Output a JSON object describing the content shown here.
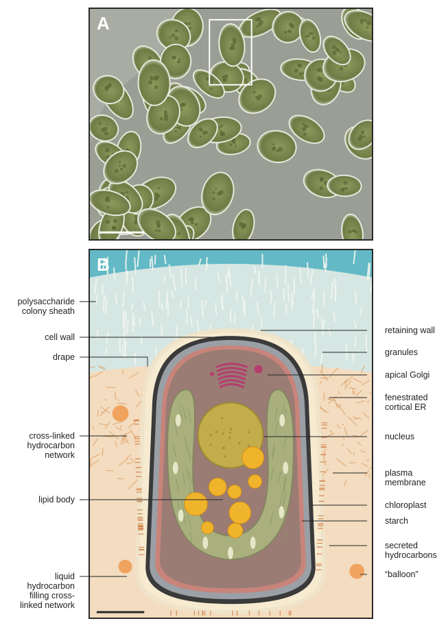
{
  "panel_a": {
    "letter": "A"
  },
  "panel_b": {
    "letter": "B"
  },
  "labels_left": [
    {
      "id": "polysaccharide-colony-sheath",
      "lines": [
        "polysaccharide",
        "colony sheath"
      ]
    },
    {
      "id": "cell-wall",
      "lines": [
        "cell wall"
      ]
    },
    {
      "id": "drape",
      "lines": [
        "drape"
      ]
    },
    {
      "id": "cross-linked-hydrocarbon-network",
      "lines": [
        "cross-linked",
        "hydrocarbon",
        "network"
      ]
    },
    {
      "id": "lipid-body",
      "lines": [
        "lipid body"
      ]
    },
    {
      "id": "liquid-hydrocarbon",
      "lines": [
        "liquid",
        "hydrocarbon",
        "filling cross-",
        "linked network"
      ]
    }
  ],
  "labels_right": [
    {
      "id": "retaining-wall",
      "lines": [
        "retaining wall"
      ]
    },
    {
      "id": "granules",
      "lines": [
        "granules"
      ]
    },
    {
      "id": "apical-golgi",
      "lines": [
        "apical Golgi"
      ]
    },
    {
      "id": "fenestrated-cortical-er",
      "lines": [
        "fenestrated",
        "cortical ER"
      ]
    },
    {
      "id": "nucleus",
      "lines": [
        "nucleus"
      ]
    },
    {
      "id": "plasma-membrane",
      "lines": [
        "plasma",
        "membrane"
      ]
    },
    {
      "id": "chloroplast",
      "lines": [
        "chloroplast"
      ]
    },
    {
      "id": "starch",
      "lines": [
        "starch"
      ]
    },
    {
      "id": "secreted-hydrocarbons",
      "lines": [
        "secreted",
        "hydrocarbons"
      ]
    },
    {
      "id": "balloon",
      "lines": [
        "“balloon”"
      ]
    }
  ],
  "colors": {
    "sheath_blue": "#63b9c6",
    "sheath_fibers": "#e8efe6",
    "hydrocarbon": "#f3dcbf",
    "network": "#e3a66c",
    "cell_wall": "#3c3c3c",
    "cytoplasm": "#9b7a70",
    "chloroplast": "#a9b07e",
    "nucleus": "#c2ad4a",
    "golgi": "#b43d6e",
    "lipid": "#f0b42c",
    "micrograph_green": "#7d8a52"
  }
}
